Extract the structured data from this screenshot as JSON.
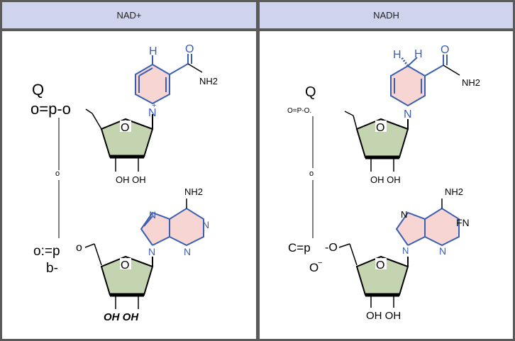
{
  "panels": {
    "left": {
      "header": "NAD+",
      "labels": {
        "H": "H",
        "O_amide": "O",
        "NH2_amide": "NH2",
        "N_ring": "N",
        "plus": "+",
        "Q": "Q",
        "phos_top": "o=p-o",
        "ring_o_top": "O",
        "oh_top": "OH OH",
        "bridge_o": "o",
        "phos_bot": "o:=p",
        "phos_bot_sub": "b-",
        "o_5prime": "o",
        "nh2_purine": "NH2",
        "n_purine_1": "N",
        "n_purine_3": "N",
        "n_purine_7": "N",
        "n_purine_9": "N",
        "ring_o_bot": "O",
        "oh_bot": "OH OH"
      }
    },
    "right": {
      "header": "NADH",
      "labels": {
        "H1": "H",
        "H2": "H",
        "O_amide": "O",
        "NH2_amide": "NH2",
        "N_ring": "N",
        "Q": "Q",
        "phos_top": "O=P-O.",
        "ring_o_top": "O",
        "oh_top": "OH OH",
        "bridge_o": "o",
        "phos_bot": "C=p",
        "phos_bot_o": "O",
        "phos_bot_minus": "−",
        "o_5prime": "-O",
        "nh2_purine": "NH2",
        "n_purine_1": "FN",
        "n_purine_3": "N",
        "n_purine_7": "N",
        "n_purine_9": "N",
        "ring_o_bot": "O",
        "oh_bot": "OH OH"
      }
    }
  },
  "colors": {
    "frame": "#5a5a5a",
    "header_bg": "#d0d3ec",
    "bond": "#000000",
    "blue": "#3a5fb0",
    "sugar_fill": "#c5d4b0",
    "pyridine_fill": "#f7d5d2",
    "purine_fill": "#f7d5d2"
  }
}
